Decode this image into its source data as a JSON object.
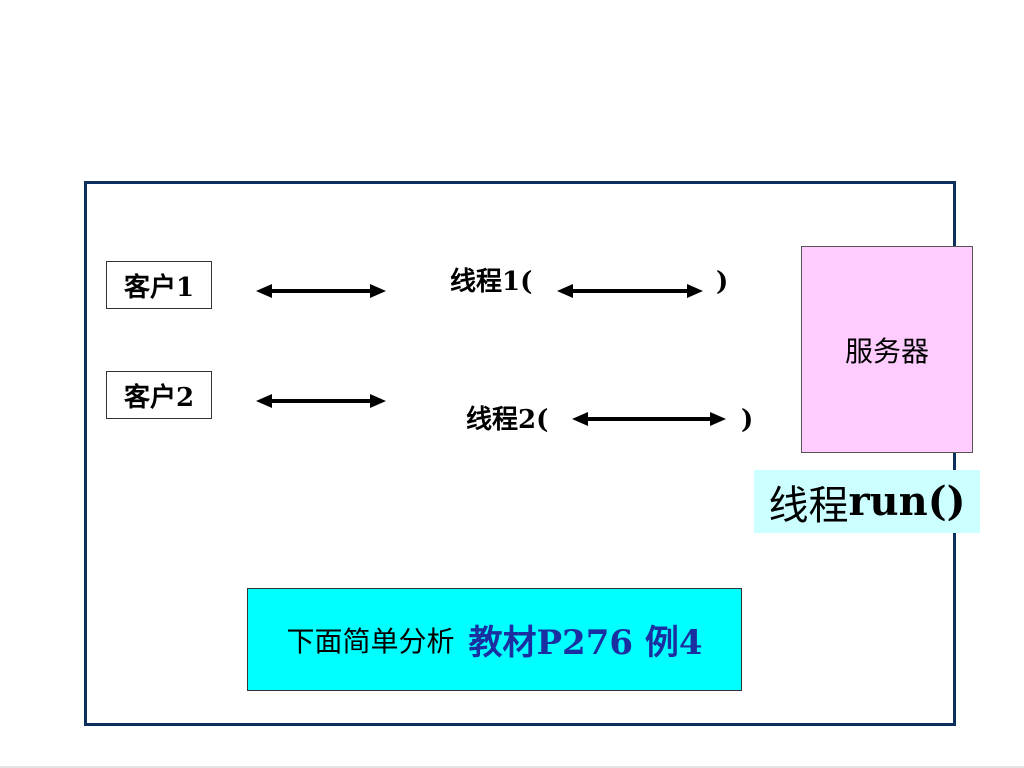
{
  "clients": [
    {
      "label": "客户1"
    },
    {
      "label": "客户2"
    }
  ],
  "threads": [
    {
      "label": "线程1(",
      "close": ")"
    },
    {
      "label": "线程2(",
      "close": ")"
    }
  ],
  "server": {
    "label": "服务器"
  },
  "run_label": {
    "prefix": "线程",
    "method": "run()"
  },
  "note": {
    "text": "下面简单分析",
    "reference": "教材P276 例4"
  },
  "colors": {
    "frame_border": "#0d2f5e",
    "server_fill": "#ffccff",
    "run_fill": "#ccffff",
    "note_fill": "#00ffff",
    "reference_text": "#1a2fa0"
  }
}
